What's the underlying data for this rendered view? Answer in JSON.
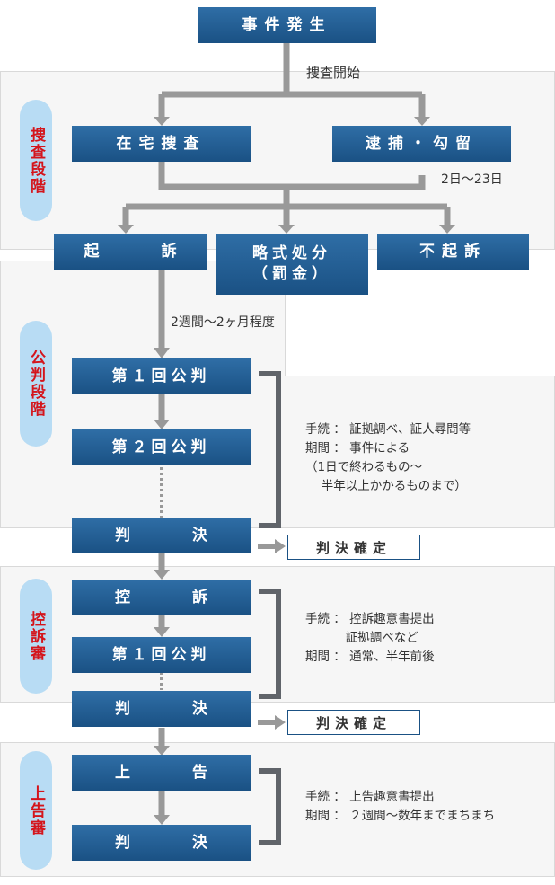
{
  "stages": {
    "investigation": "捜査段階",
    "trial": "公判段階",
    "appeal": "控訴審",
    "final_appeal": "上告審"
  },
  "boxes": {
    "incident": "事件発生",
    "home_investigation": "在宅捜査",
    "arrest": "逮捕・勾留",
    "indictment": "起　訴",
    "summary_line1": "略式処分",
    "summary_line2": "（罰金）",
    "non_indictment": "不起訴",
    "trial1": "第１回公判",
    "trial2": "第２回公判",
    "verdict1": "判　決",
    "appeal": "控　訴",
    "appeal_trial1": "第１回公判",
    "verdict2": "判　決",
    "final_appeal": "上　告",
    "verdict3": "判　決"
  },
  "labels": {
    "investigation_start": "捜査開始",
    "detention_period": "2日～23日",
    "trial_wait": "2週間～2ヶ月程度",
    "verdict_final_1": "判決確定",
    "verdict_final_2": "判決確定"
  },
  "notes": {
    "trial": "手続 ： 証拠調べ、証人尋問等\n期間 ： 事件による\n（1日で終わるもの～\n　 半年以上かかるものまで）",
    "appeal": "手続 ： 控訴趣意書提出\n　　　 証拠調べなど\n期間 ： 通常、半年前後",
    "final_appeal": "手続 ： 上告趣意書提出\n期間 ： ２週間～数年までまちまち"
  },
  "colors": {
    "box_top": "#2f6ea6",
    "box_bottom": "#1a5184",
    "stage_pill": "#b8dcf4",
    "stage_text": "#d4151c",
    "connector": "#999999",
    "bracket": "#60646a"
  }
}
